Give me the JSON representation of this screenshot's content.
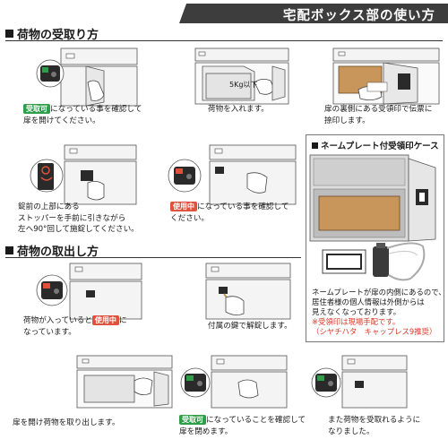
{
  "header": {
    "title": "宅配ボックス部の使い方"
  },
  "receive": {
    "heading": "荷物の受取り方",
    "step1": {
      "badge": "受取可",
      "text_a": "になっている事を確認して",
      "text_b": "扉を開けてください。"
    },
    "step2": {
      "parcel_label": "5Kg以下",
      "text": "荷物を入れます。"
    },
    "step3": {
      "line1": "扉の裏側にある受領印で伝票に",
      "line2": "捺印します。"
    },
    "step4": {
      "line1": "錠前の上部にある",
      "line2": "ストッパーを手前に引きながら",
      "line3": "左へ90°回して施錠してください。"
    },
    "step5": {
      "badge": "使用中",
      "text_a": "になっている事を確認して",
      "text_b": "ください。"
    }
  },
  "nameplate": {
    "title": "ネームプレート付受領印ケース",
    "line1": "ネームプレートが扉の内側にあるので、",
    "line2": "居住者様の個人情報は外側からは",
    "line3": "見えなくなっております。",
    "note1": "※受領印は現場手配です。",
    "note2": "（シヤチハタ　キャップレス9推奨）"
  },
  "takeout": {
    "heading": "荷物の取出し方",
    "step1": {
      "text_a": "荷物が入っていると",
      "badge": "使用中",
      "text_b": "に",
      "text_c": "なっています。"
    },
    "step2": {
      "text": "付属の鍵で解錠します。"
    },
    "step3": {
      "text": "扉を開け荷物を取り出します。"
    },
    "step4": {
      "badge": "受取可",
      "text_a": "になっていることを確認して",
      "text_b": "扉を閉めます。"
    },
    "step5": {
      "line1": "また荷物を受取れるように",
      "line2": "なりました。"
    }
  },
  "colors": {
    "banner": "#3d3d3d",
    "green_badge": "#2e9e49",
    "red_badge": "#e0503a",
    "note_red": "#d93a2b",
    "parcel": "#c8955a"
  },
  "icons": [
    "lock-green-icon",
    "lock-red-icon",
    "hand-icon",
    "key-icon",
    "parcel-box-icon",
    "stamp-icon"
  ]
}
